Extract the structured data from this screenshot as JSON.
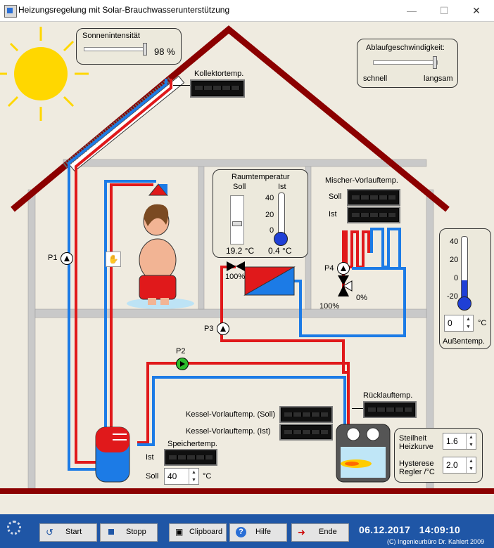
{
  "window": {
    "title": "Heizungsregelung mit Solar-Brauchwasserunterstützung",
    "minimize_icon": "minimize-icon",
    "maximize_icon": "maximize-icon",
    "close_icon": "close-icon"
  },
  "sun_panel": {
    "label": "Sonnenintensität",
    "value": "98 %",
    "slider_fraction": 0.98
  },
  "speed_panel": {
    "label": "Ablaufgeschwindigkeit:",
    "left": "schnell",
    "right": "langsam",
    "slider_fraction": 0.95
  },
  "collector": {
    "label": "Kollektortemp."
  },
  "room": {
    "title": "Raumtemperatur",
    "soll": "Soll",
    "ist": "Ist",
    "scale": [
      "40",
      "20",
      "0"
    ],
    "soll_value": "19.2 °C",
    "ist_value": "0.4 °C",
    "thermo_fill": 0.01
  },
  "mixer": {
    "title": "Mischer-Vorlauftemp.",
    "soll": "Soll",
    "ist": "Ist"
  },
  "outside": {
    "scale": [
      "40",
      "20",
      "0",
      "-20"
    ],
    "value": "0",
    "unit": "°C",
    "label": "Außentemp.",
    "thermo_fill": 0.33
  },
  "pumps": {
    "p1": "P1",
    "p2": "P2",
    "p3": "P3",
    "p4": "P4"
  },
  "valves": {
    "left_pct": "100%",
    "mixer_top": "100%",
    "mixer_right": "0%"
  },
  "return_temp": {
    "label": "Rücklauftemp."
  },
  "boiler": {
    "soll_label": "Kessel-Vorlauftemp. (Soll)",
    "ist_label": "Kessel-Vorlauftemp. (Ist)"
  },
  "storage": {
    "label": "Speichertemp.",
    "ist": "Ist",
    "soll": "Soll",
    "soll_value": "40",
    "unit": "°C"
  },
  "curve": {
    "steilheit_label1": "Steilheit",
    "steilheit_label2": "Heizkurve",
    "steilheit_value": "1.6",
    "hysterese_label1": "Hysterese",
    "hysterese_label2": "Regler /°C",
    "hysterese_value": "2.0"
  },
  "toolbar": {
    "start": "Start",
    "stopp": "Stopp",
    "clipboard": "Clipboard",
    "hilfe": "Hilfe",
    "ende": "Ende"
  },
  "status": {
    "date": "06.12.2017",
    "time": "14:09:10",
    "copyright": "(C) Ingenieurbüro Dr. Kahlert 2009"
  },
  "colors": {
    "hot": "#e0191b",
    "cold": "#1c7be6",
    "roof": "#8b0000",
    "wall": "#c9c9c9",
    "bar": "#1f56a6"
  }
}
